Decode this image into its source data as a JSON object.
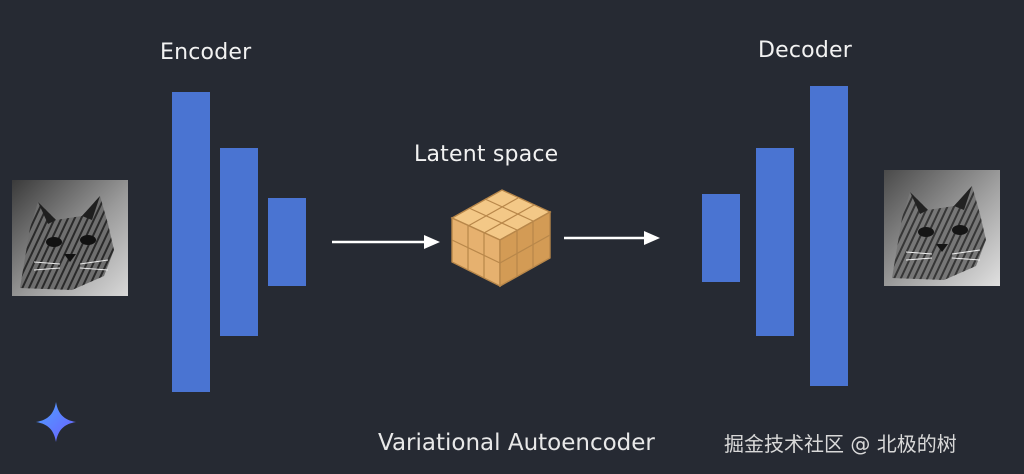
{
  "labels": {
    "encoder": "Encoder",
    "decoder": "Decoder",
    "latent": "Latent space",
    "title": "Variational Autoencoder",
    "watermark": "掘金技术社区 @ 北极的树"
  },
  "colors": {
    "background": "#262a33",
    "bar": "#4a74d2",
    "cube_light": "#f0c27b",
    "cube_dark": "#d9a35b",
    "arrow": "#ffffff",
    "sparkle": "#5a8dff"
  },
  "icons": {
    "input_image": "cat-photo",
    "output_image": "cat-photo",
    "latent": "cube-icon",
    "arrow": "arrow-right-icon",
    "brand": "sparkle-icon"
  }
}
